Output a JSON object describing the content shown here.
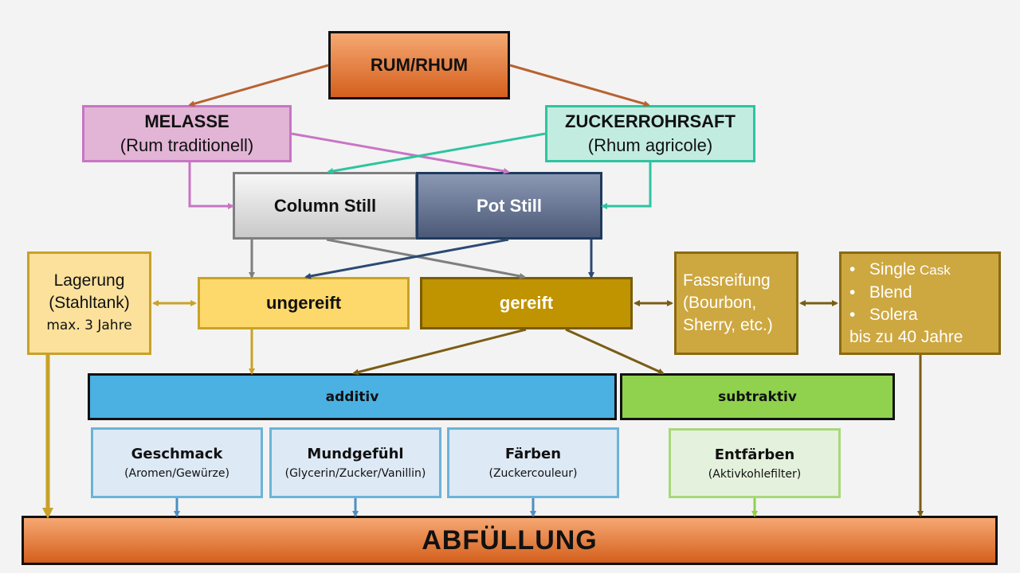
{
  "rum": "RUM/RHUM",
  "melasse": {
    "title": "MELASSE",
    "sub": "(Rum traditionell)"
  },
  "zucker": {
    "title": "ZUCKERROHRSAFT",
    "sub": "(Rhum agricole)"
  },
  "column_still": "Column Still",
  "pot_still": "Pot Still",
  "lagerung": {
    "line1": "Lagerung",
    "line2": "(Stahltank)",
    "line3": "max. 3 Jahre"
  },
  "ungereift": "ungereift",
  "gereift": "gereift",
  "fassreifung": {
    "line1": "Fassreifung",
    "line2": "(Bourbon,",
    "line3": "Sherry, etc.)"
  },
  "cask": {
    "bullets": [
      {
        "big": "Single",
        "small": " Cask"
      },
      {
        "big": "Blend",
        "small": ""
      },
      {
        "big": "Solera",
        "small": ""
      }
    ],
    "footer": "bis zu 40 Jahre"
  },
  "additiv": "additiv",
  "subtraktiv": "subtraktiv",
  "geschmack": {
    "title": "Geschmack",
    "sub": "(Aromen/Gewürze)"
  },
  "mundgefuehl": {
    "title": "Mundgefühl",
    "sub": "(Glycerin/Zucker/Vanillin)"
  },
  "faerben": {
    "title": "Färben",
    "sub": "(Zuckercouleur)"
  },
  "entfaerben": {
    "title": "Entfärben",
    "sub": "(Aktivkohlefilter)"
  },
  "abfuellung": "ABFÜLLUNG",
  "colors": {
    "orange": "#e9732e",
    "melasse_border": "#c875c4",
    "zucker_border": "#2ec4a0",
    "pot_still": "#5d6b8a",
    "ungereift": "#fdd86a",
    "gereift": "#c09300",
    "lagerung": "#fbe19c",
    "fass": "#cda740",
    "additiv": "#4bb0e2",
    "subtraktiv": "#90d14e"
  }
}
